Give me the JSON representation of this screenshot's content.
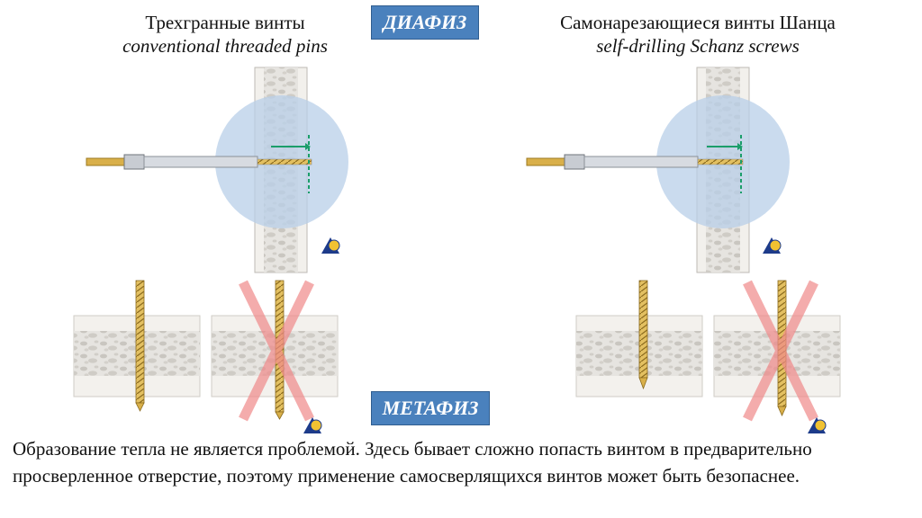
{
  "titles": {
    "left_ru": "Трехгранные винты",
    "left_en": "conventional threaded pins",
    "right_ru": "Самонарезающиеся винты Шанца",
    "right_en": "self-drilling Schanz screws"
  },
  "badges": {
    "diaphysis": "ДИАФИЗ",
    "metaphysis": "МЕТАФИЗ"
  },
  "caption": "Образование тепла не является проблемой. Здесь бывает сложно попасть винтом в предварительно просверленное отверстие, поэтому применение самосверлящихся винтов может быть безопаснее.",
  "icons": [
    "globe-triangle-icon",
    "globe-triangle-icon",
    "globe-triangle-icon",
    "globe-triangle-icon"
  ],
  "colors": {
    "badge": "#4a81bd",
    "circle_highlight": "#b8cfe8",
    "cross": "#f08a8a",
    "screw": "#d9b04a",
    "guide_line": "#1b9e6a"
  }
}
